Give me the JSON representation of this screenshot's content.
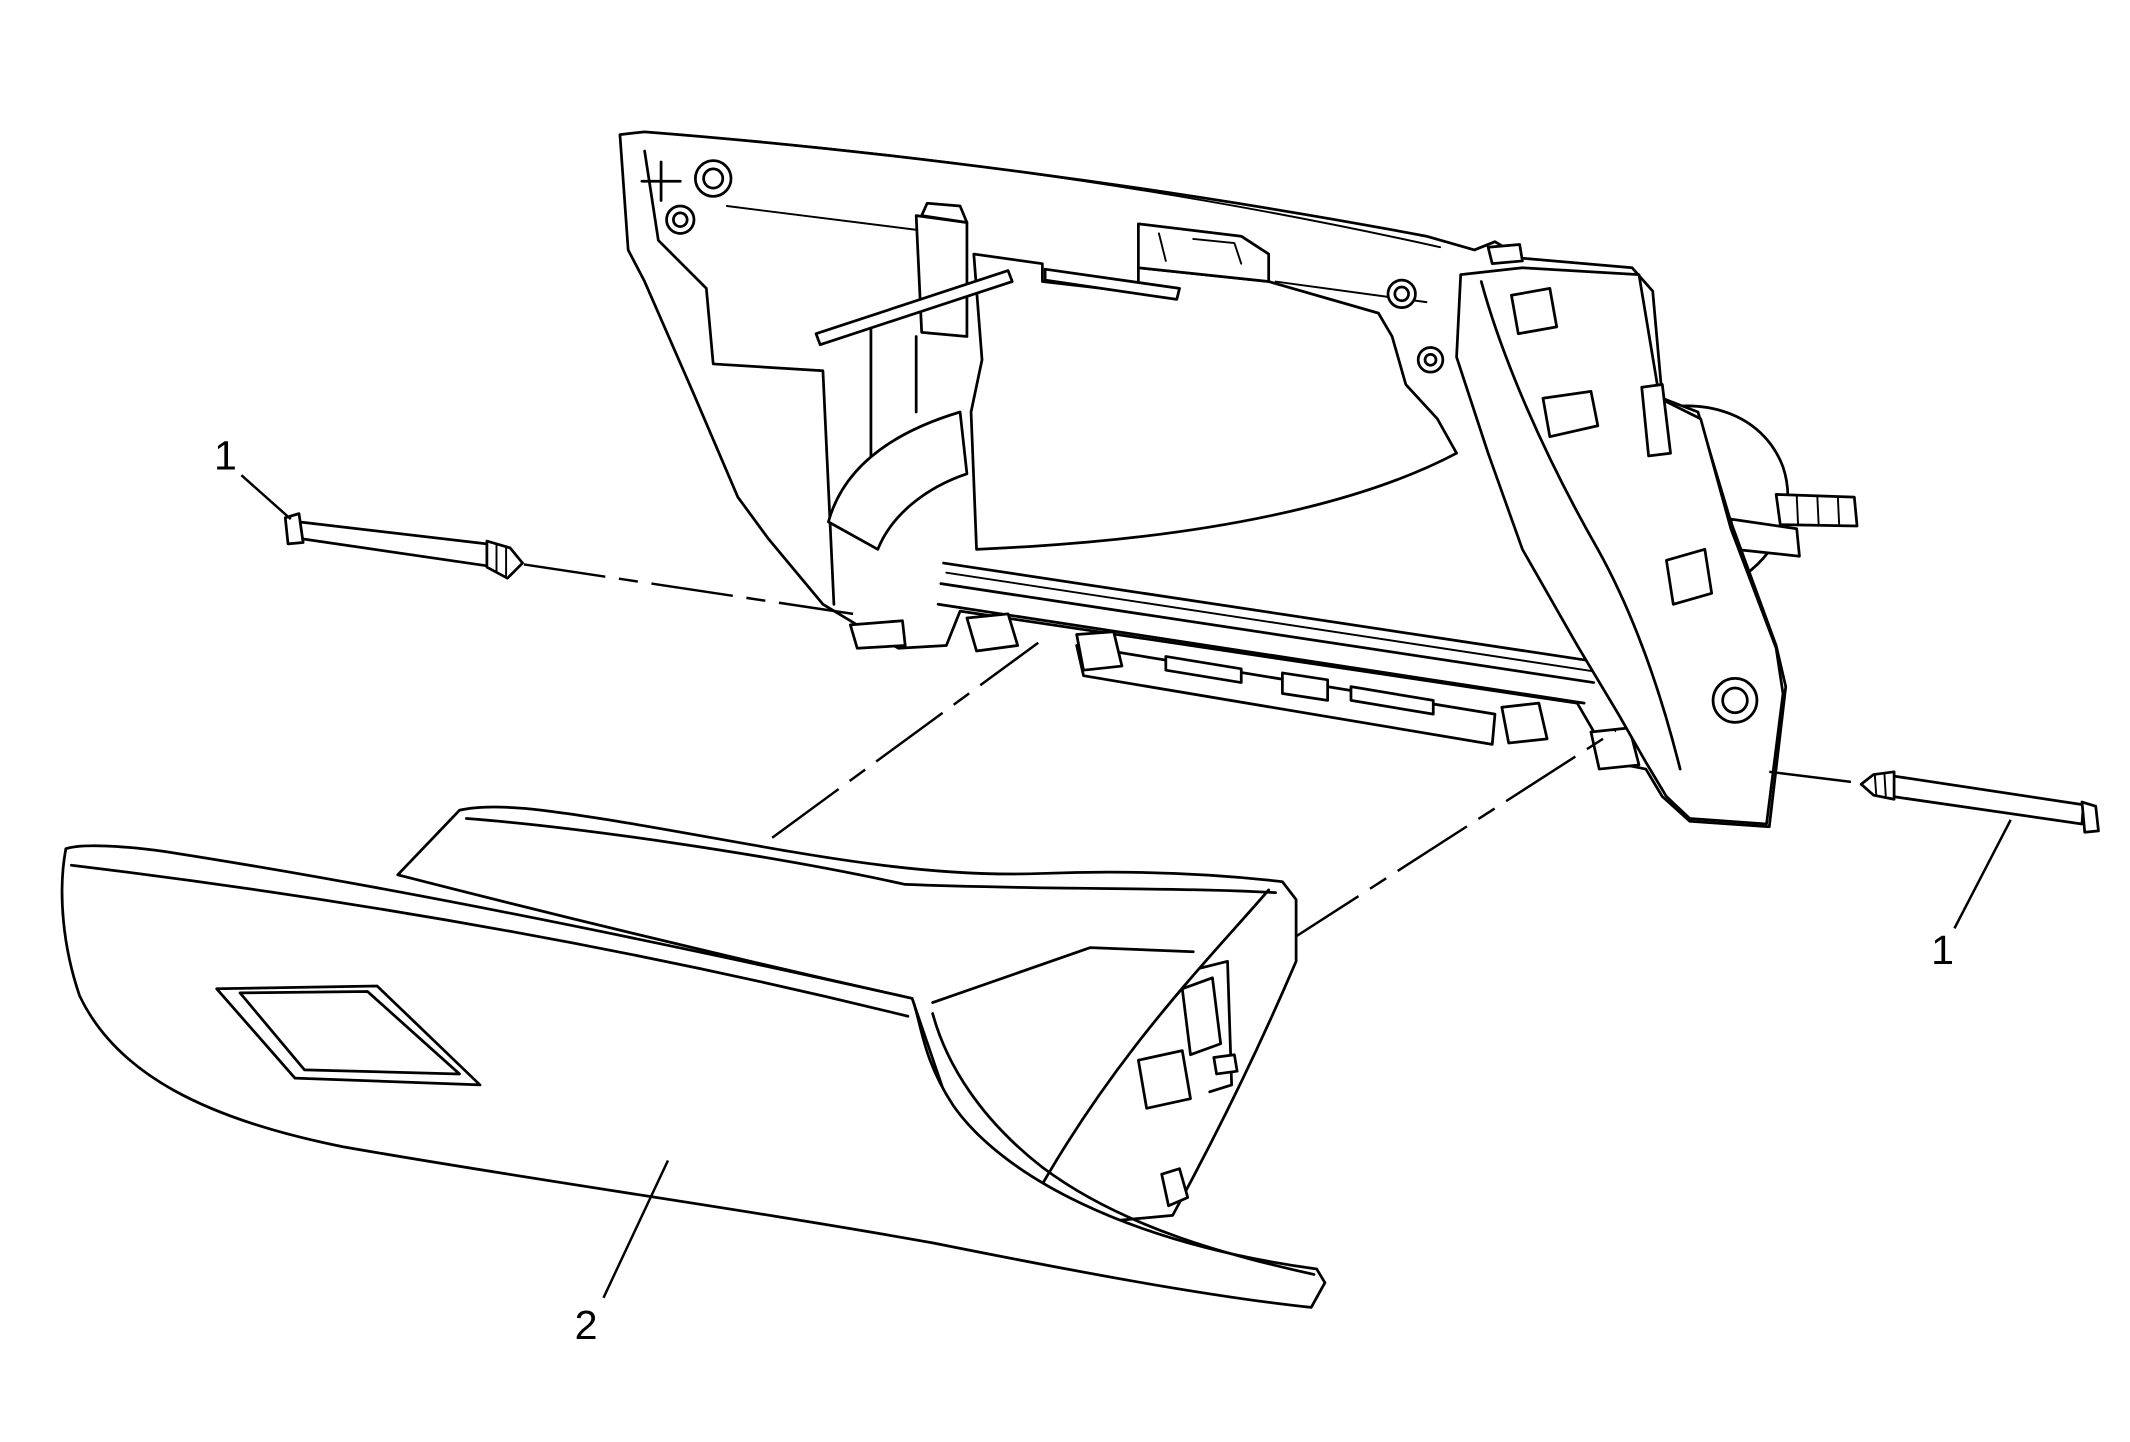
{
  "figure": {
    "background": "#ffffff",
    "line_color": "#000000",
    "callouts": [
      {
        "label": "1"
      },
      {
        "label": "1"
      },
      {
        "label": "2"
      }
    ]
  }
}
